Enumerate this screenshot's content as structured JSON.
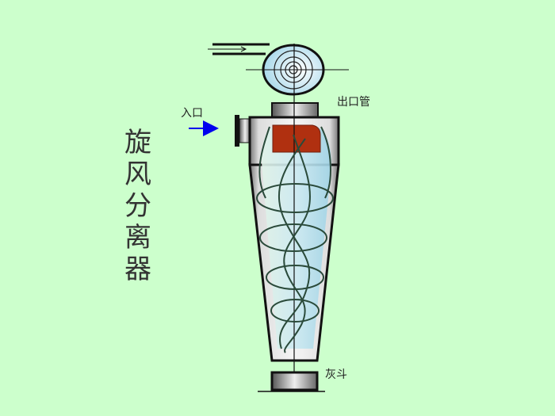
{
  "title": {
    "chars": [
      "旋",
      "风",
      "分",
      "离",
      "器"
    ],
    "text": "旋风分离器"
  },
  "labels": {
    "inlet": "入口",
    "outlet": "出口管",
    "hopper": "灰斗"
  },
  "colors": {
    "background": "#ccffcc",
    "arrow": "#0000ee",
    "vortex_finder": "#b03010",
    "body_fill": "#cfe9f2",
    "outline": "#111111"
  }
}
